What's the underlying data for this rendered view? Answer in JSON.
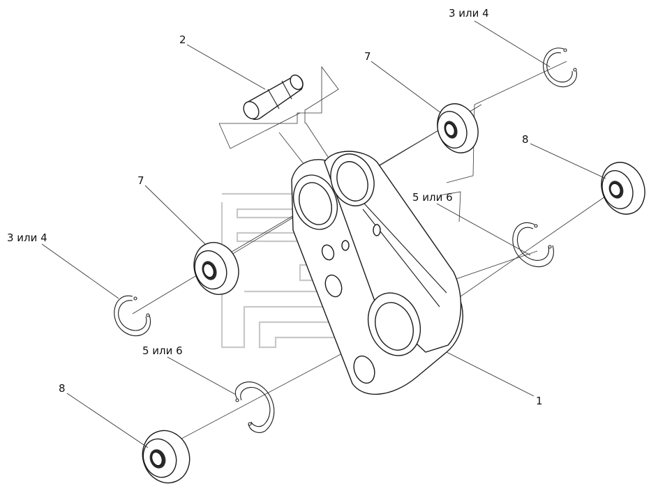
{
  "labels": {
    "part_1": "1",
    "part_2": "2",
    "part_3_4_top": "3 или 4",
    "part_3_4_left": "3 или 4",
    "part_5_6_right": "5 или 6",
    "part_5_6_left": "5 или 6",
    "part_7_top": "7",
    "part_7_left": "7",
    "part_8_right": "8",
    "part_8_left": "8"
  },
  "colors": {
    "line": "#1a1a1a",
    "watermark": "#c8c8c8",
    "background": "#ffffff"
  }
}
